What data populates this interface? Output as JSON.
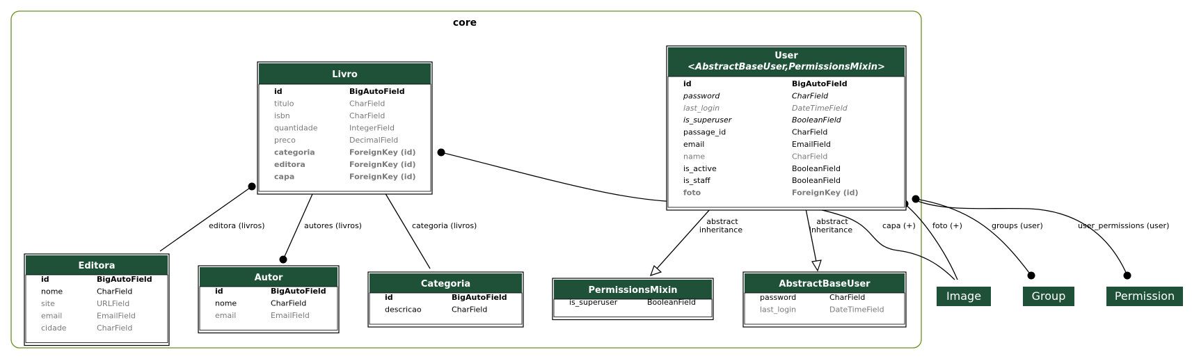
{
  "cluster": {
    "title": "core"
  },
  "models": {
    "livro": {
      "title": "Livro",
      "fields": [
        {
          "name": "id",
          "type": "BigAutoField",
          "style": "bold"
        },
        {
          "name": "titulo",
          "type": "CharField",
          "style": "gray"
        },
        {
          "name": "isbn",
          "type": "CharField",
          "style": "gray"
        },
        {
          "name": "quantidade",
          "type": "IntegerField",
          "style": "gray"
        },
        {
          "name": "preco",
          "type": "DecimalField",
          "style": "gray"
        },
        {
          "name": "categoria",
          "type": "ForeignKey (id)",
          "style": "gray-bold"
        },
        {
          "name": "editora",
          "type": "ForeignKey (id)",
          "style": "gray-bold"
        },
        {
          "name": "capa",
          "type": "ForeignKey (id)",
          "style": "gray-bold"
        }
      ]
    },
    "user": {
      "title": "User",
      "subtitle": "<AbstractBaseUser,PermissionsMixin>",
      "fields": [
        {
          "name": "id",
          "type": "BigAutoField",
          "style": "bold"
        },
        {
          "name": "password",
          "type": "CharField",
          "style": "italic"
        },
        {
          "name": "last_login",
          "type": "DateTimeField",
          "style": "gray-italic"
        },
        {
          "name": "is_superuser",
          "type": "BooleanField",
          "style": "italic"
        },
        {
          "name": "passage_id",
          "type": "CharField",
          "style": "normal"
        },
        {
          "name": "email",
          "type": "EmailField",
          "style": "normal"
        },
        {
          "name": "name",
          "type": "CharField",
          "style": "gray"
        },
        {
          "name": "is_active",
          "type": "BooleanField",
          "style": "normal"
        },
        {
          "name": "is_staff",
          "type": "BooleanField",
          "style": "normal"
        },
        {
          "name": "foto",
          "type": "ForeignKey (id)",
          "style": "gray-bold"
        }
      ]
    },
    "editora": {
      "title": "Editora",
      "fields": [
        {
          "name": "id",
          "type": "BigAutoField",
          "style": "bold"
        },
        {
          "name": "nome",
          "type": "CharField",
          "style": "normal"
        },
        {
          "name": "site",
          "type": "URLField",
          "style": "gray"
        },
        {
          "name": "email",
          "type": "EmailField",
          "style": "gray"
        },
        {
          "name": "cidade",
          "type": "CharField",
          "style": "gray"
        }
      ]
    },
    "autor": {
      "title": "Autor",
      "fields": [
        {
          "name": "id",
          "type": "BigAutoField",
          "style": "bold"
        },
        {
          "name": "nome",
          "type": "CharField",
          "style": "normal"
        },
        {
          "name": "email",
          "type": "EmailField",
          "style": "gray"
        }
      ]
    },
    "categoria": {
      "title": "Categoria",
      "fields": [
        {
          "name": "id",
          "type": "BigAutoField",
          "style": "bold"
        },
        {
          "name": "descricao",
          "type": "CharField",
          "style": "normal"
        }
      ]
    },
    "permissionsmixin": {
      "title": "PermissionsMixin",
      "fields": [
        {
          "name": "is_superuser",
          "type": "BooleanField",
          "style": "normal"
        }
      ]
    },
    "abstractbaseuser": {
      "title": "AbstractBaseUser",
      "fields": [
        {
          "name": "password",
          "type": "CharField",
          "style": "normal"
        },
        {
          "name": "last_login",
          "type": "DateTimeField",
          "style": "gray"
        }
      ]
    }
  },
  "external": {
    "image": "Image",
    "group": "Group",
    "permission": "Permission"
  },
  "edges": {
    "editora": "editora (livros)",
    "autores": "autores (livros)",
    "categoria": "categoria (livros)",
    "abstract_1": [
      "abstract",
      "inheritance"
    ],
    "abstract_2": [
      "abstract",
      "inheritance"
    ],
    "capa": "capa (+)",
    "foto": "foto (+)",
    "groups": "groups (user)",
    "user_permissions": "user_permissions (user)"
  }
}
